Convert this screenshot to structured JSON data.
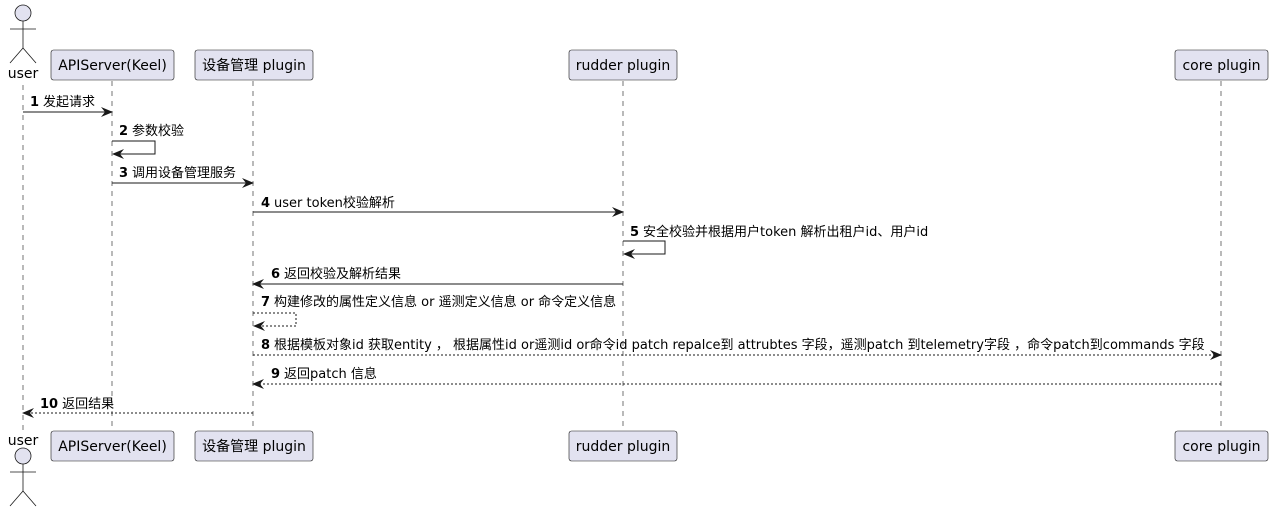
{
  "diagram": {
    "type": "sequence",
    "colors": {
      "participant_fill": "#E2E2F0",
      "participant_border": "#181818",
      "lifeline": "#181818",
      "arrow": "#181818"
    },
    "participants": [
      {
        "id": "user",
        "label": "user",
        "kind": "actor"
      },
      {
        "id": "api",
        "label": "APIServer(Keel)",
        "kind": "participant"
      },
      {
        "id": "dev",
        "label": "设备管理 plugin",
        "kind": "participant"
      },
      {
        "id": "rudder",
        "label": "rudder plugin",
        "kind": "participant"
      },
      {
        "id": "core",
        "label": "core plugin",
        "kind": "participant"
      }
    ],
    "messages": [
      {
        "num": "1",
        "text": "发起请求",
        "from": "user",
        "to": "api",
        "style": "solid"
      },
      {
        "num": "2",
        "text": "参数校验",
        "from": "api",
        "to": "api",
        "style": "solid"
      },
      {
        "num": "3",
        "text": "调用设备管理服务",
        "from": "api",
        "to": "dev",
        "style": "solid"
      },
      {
        "num": "4",
        "text": "user token校验解析",
        "from": "dev",
        "to": "rudder",
        "style": "solid"
      },
      {
        "num": "5",
        "text": "安全校验并根据用户token 解析出租户id、用户id",
        "from": "rudder",
        "to": "rudder",
        "style": "solid"
      },
      {
        "num": "6",
        "text": "返回校验及解析结果",
        "from": "rudder",
        "to": "dev",
        "style": "solid"
      },
      {
        "num": "7",
        "text": "构建修改的属性定义信息 or 遥测定义信息 or 命令定义信息",
        "from": "dev",
        "to": "dev",
        "style": "dashed"
      },
      {
        "num": "8",
        "text": "根据模板对象id 获取entity ， 根据属性id or遥测id or命令id patch repalce到 attrubtes 字段，遥测patch 到telemetry字段 ，命令patch到commands 字段",
        "from": "dev",
        "to": "core",
        "style": "dashed"
      },
      {
        "num": "9",
        "text": "返回patch 信息",
        "from": "core",
        "to": "dev",
        "style": "dashed"
      },
      {
        "num": "10",
        "text": "返回结果",
        "from": "dev",
        "to": "user",
        "style": "dashed"
      }
    ]
  }
}
